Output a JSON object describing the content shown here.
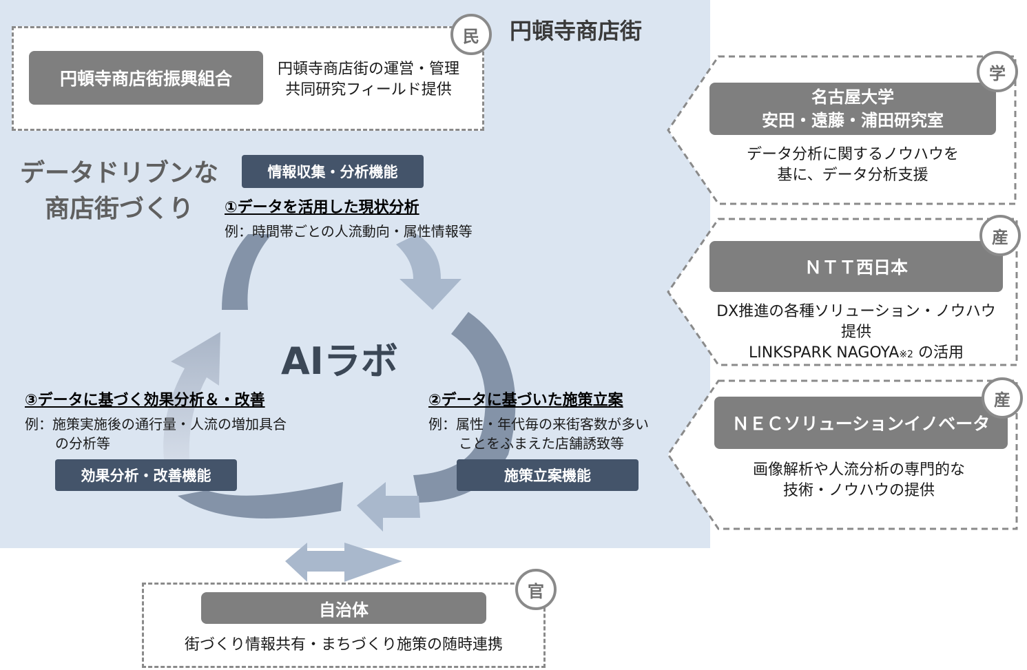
{
  "district_label": "円頓寺商店街",
  "min": {
    "badge": "民",
    "org": "円頓寺商店街振興組合",
    "desc": [
      "円頓寺商店街の運営・管理",
      "共同研究フィールド提供"
    ]
  },
  "theme": [
    "データドリブンな",
    "商店街づくり"
  ],
  "center_label": "AIラボ",
  "functions": {
    "collect": "情報収集・分析機能",
    "plan": "施策立案機能",
    "effect": "効果分析・改善機能"
  },
  "steps": [
    {
      "title": "①データを活用した現状分析",
      "example": [
        "例：時間帯ごとの人流動向・属性情報等"
      ]
    },
    {
      "title": "②データに基づいた施策立案",
      "example": [
        "例：属性・年代毎の来街客数が多い",
        "ことをふまえた店舗誘致等"
      ]
    },
    {
      "title": "③データに基づく効果分析＆・改善",
      "example": [
        "例：施策実施後の通行量・人流の増加具合",
        "の分析等"
      ]
    }
  ],
  "partners": [
    {
      "badge": "学",
      "name": [
        "名古屋大学",
        "安田・遠藤・浦田研究室"
      ],
      "desc": [
        "データ分析に関するノウハウを",
        "基に、データ分析支援"
      ]
    },
    {
      "badge": "産",
      "name": [
        "ＮＴＴ西日本"
      ],
      "desc": [
        "DX推進の各種ソリューション・ノウハウ提供"
      ],
      "desc2": "LINKSPARK NAGOYA",
      "desc2_note": "※2",
      "desc2_tail": " の活用"
    },
    {
      "badge": "産",
      "name": [
        "ＮＥＣソリューションイノベータ"
      ],
      "desc": [
        "画像解析や人流分析の専門的な",
        "技術・ノウハウの提供"
      ]
    }
  ],
  "gov": {
    "badge": "官",
    "name": "自治体",
    "desc": "街づくり情報共有・まちづくり施策の随時連携"
  },
  "colors": {
    "panel": "#dbe5f1",
    "gray_box": "#7f7f7f",
    "navy_box": "#44546a",
    "arrow_dark": "#8493a8",
    "arrow_light": "#a9b8cc",
    "dashed": "#8a8a8a"
  }
}
